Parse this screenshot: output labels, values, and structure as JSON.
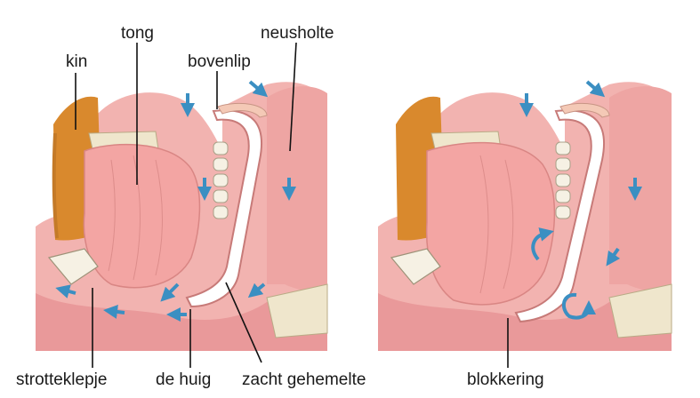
{
  "labels": {
    "tong": "tong",
    "kin": "kin",
    "bovenlip": "bovenlip",
    "neusholte": "neusholte",
    "strotteklepje": "strotteklepje",
    "de_huig": "de huig",
    "zacht_gehemelte": "zacht gehemelte",
    "blokkering": "blokkering"
  },
  "colors": {
    "background": "#ffffff",
    "tissue": "#f2b3b0",
    "tissue_dark": "#e08c8a",
    "tongue": "#f3a5a3",
    "bone": "#efe6cc",
    "fat": "#d9892d",
    "arrow": "#3b8fc2",
    "leader": "#111111"
  },
  "icons": {
    "flow_arrow": "down-arrow-icon",
    "curved_arrow": "curved-arrow-icon"
  }
}
